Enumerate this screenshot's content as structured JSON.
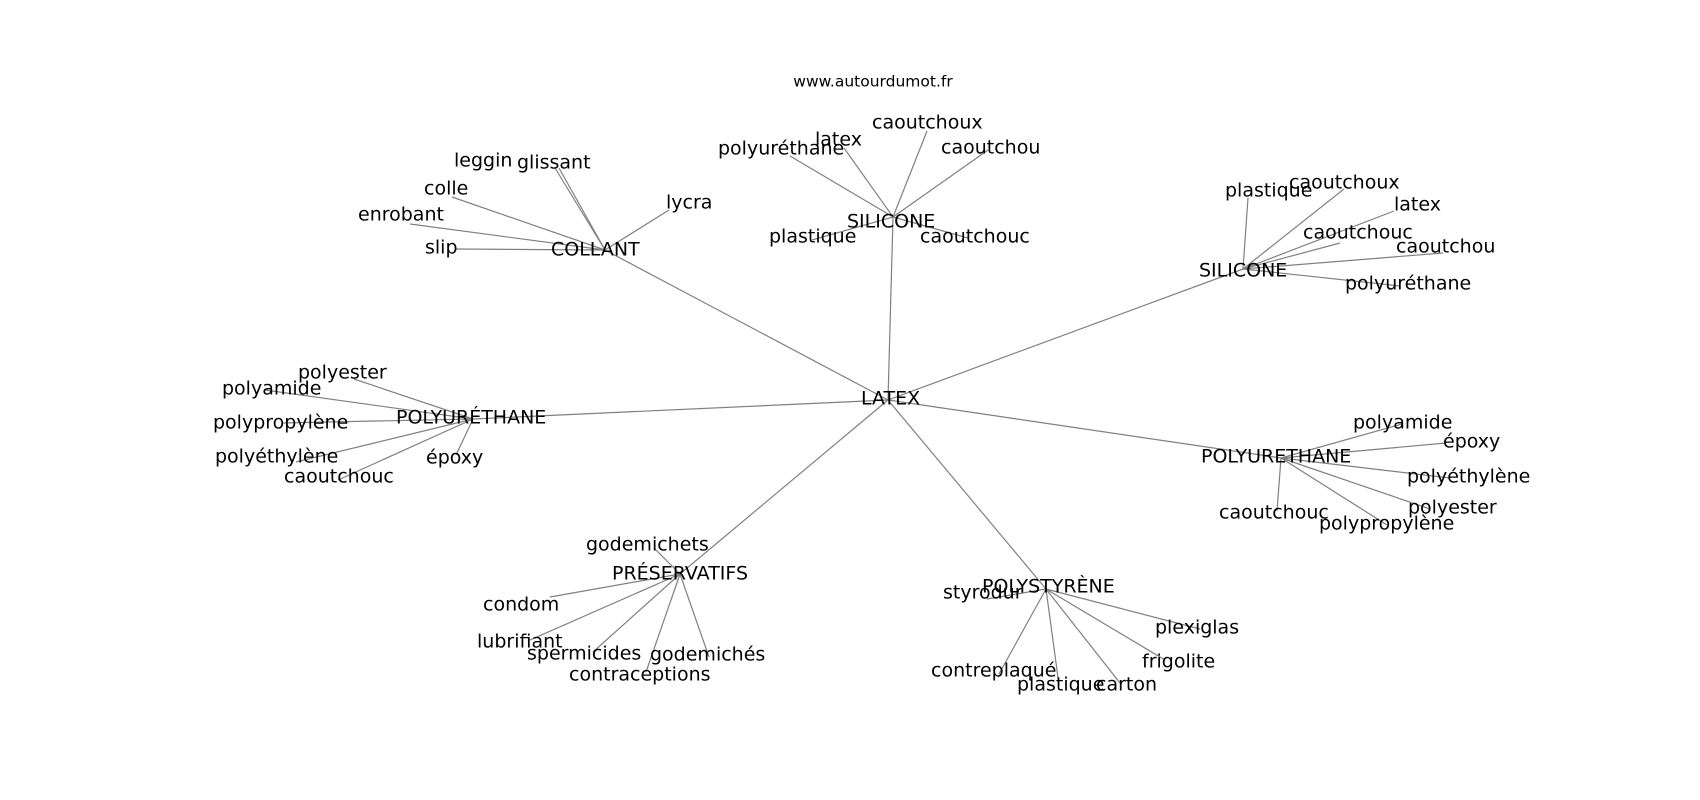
{
  "site": "www.autourdumot.fr",
  "root": "LATEX",
  "clusters": [
    {
      "hub": "COLLANT",
      "leaves": [
        "leggin",
        "glissant",
        "colle",
        "enrobant",
        "slip",
        "lycra"
      ]
    },
    {
      "hub": "SILICONE",
      "leaves": [
        "polyuréthane",
        "latex",
        "caoutchoux",
        "caoutchou",
        "plastique",
        "caoutchouc"
      ]
    },
    {
      "hub": "SILICONE",
      "leaves": [
        "plastique",
        "caoutchoux",
        "latex",
        "caoutchouc",
        "caoutchou",
        "polyuréthane"
      ]
    },
    {
      "hub": "POLYURÉTHANE",
      "leaves": [
        "polyester",
        "polyamide",
        "polypropylène",
        "polyéthylène",
        "caoutchouc",
        "époxy"
      ]
    },
    {
      "hub": "POLYURETHANE",
      "leaves": [
        "polyamide",
        "époxy",
        "polyéthylène",
        "polyester",
        "polypropylène",
        "caoutchouc"
      ]
    },
    {
      "hub": "PRÉSERVATIFS",
      "leaves": [
        "godemichets",
        "condom",
        "lubrifiant",
        "spermicides",
        "contraceptions",
        "godemichés"
      ]
    },
    {
      "hub": "POLYSTYRÈNE",
      "leaves": [
        "styrodur",
        "plexiglas",
        "frigolite",
        "contreplaqué",
        "plastique",
        "carton"
      ]
    }
  ]
}
